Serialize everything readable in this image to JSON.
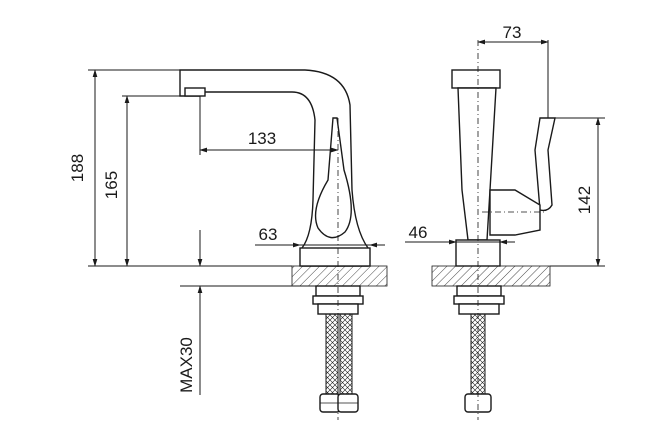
{
  "dimensions": {
    "spout_height_total": "188",
    "spout_outlet_height": "165",
    "spout_reach": "133",
    "base_width_front": "63",
    "max_counter_thickness": "MAX30",
    "side_depth_top": "73",
    "side_handle_height": "142",
    "base_width_side": "46"
  },
  "colors": {
    "line": "#1a1a1a",
    "background": "#ffffff",
    "hatch": "#1a1a1a"
  }
}
